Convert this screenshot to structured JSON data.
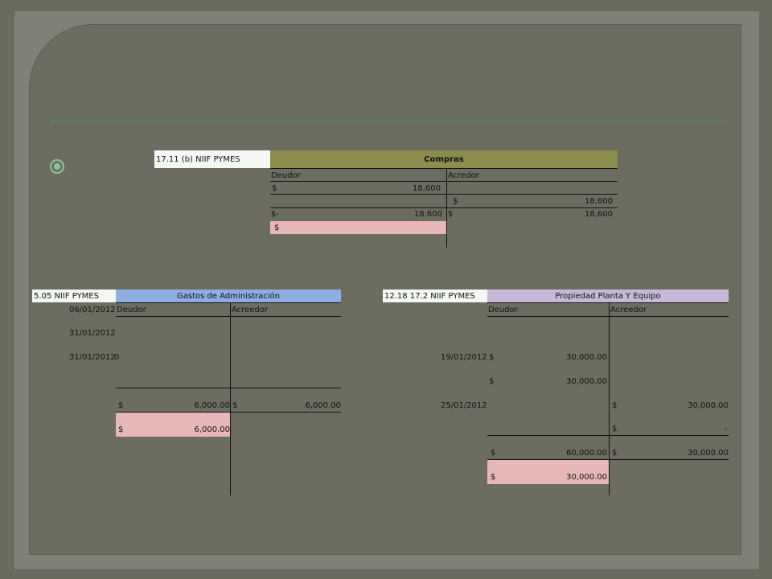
{
  "compras": {
    "ref": "17.11 (b) NIIF PYMES",
    "title": "Compras",
    "debit_header": "Deudor",
    "credit_header": "Acredor",
    "row1_debit_sign": "$",
    "row1_debit_value": "18,600",
    "row2_credit_sign": "$",
    "row2_credit_value": "18,600",
    "total_debit_sign": "$-",
    "total_debit_value": "18.600",
    "total_credit_sign": "$",
    "total_credit_value": "18,600",
    "balance_sign": "$"
  },
  "gastos": {
    "ref": "5.05 NIIF PYMES",
    "title": "Gastos de Administración",
    "date1": "06/01/2012",
    "debit_header": "Deudor",
    "credit_header": "Acreedor",
    "date2": "31/01/2012",
    "date3": "31/01/2012",
    "date3_value": "0",
    "total_debit_sign": "$",
    "total_debit_value": "6,000.00",
    "total_credit_sign": "$",
    "total_credit_value": "6,000.00",
    "balance_sign": "$",
    "balance_value": "6,000.00"
  },
  "ppe": {
    "ref": "12.18 17.2 NIIF PYMES",
    "title": "Propiedad Planta Y Equipo",
    "debit_header": "Deudor",
    "credit_header": "Acreedor",
    "date1": "19/01/2012",
    "row1_debit_sign": "$",
    "row1_debit_value": "30,000.00",
    "row2_debit_sign": "$",
    "row2_debit_value": "30,000.00",
    "date2": "25/01/2012",
    "row3_credit_sign": "$",
    "row3_credit_value": "30,000.00",
    "row4_credit_sign": "$",
    "row4_credit_value": "-",
    "total_debit_sign": "$",
    "total_debit_value": "60,000.00",
    "total_credit_sign": "$",
    "total_credit_value": "30,000.00",
    "balance_sign": "$",
    "balance_value": "30,000.00"
  },
  "colors": {
    "compras_header": "#8c8c4c",
    "gastos_header": "#8eaee0",
    "ppe_header": "#c6b8d8",
    "ref_cell": "#f4f8f4",
    "balance_cell": "#e8b8b8"
  }
}
